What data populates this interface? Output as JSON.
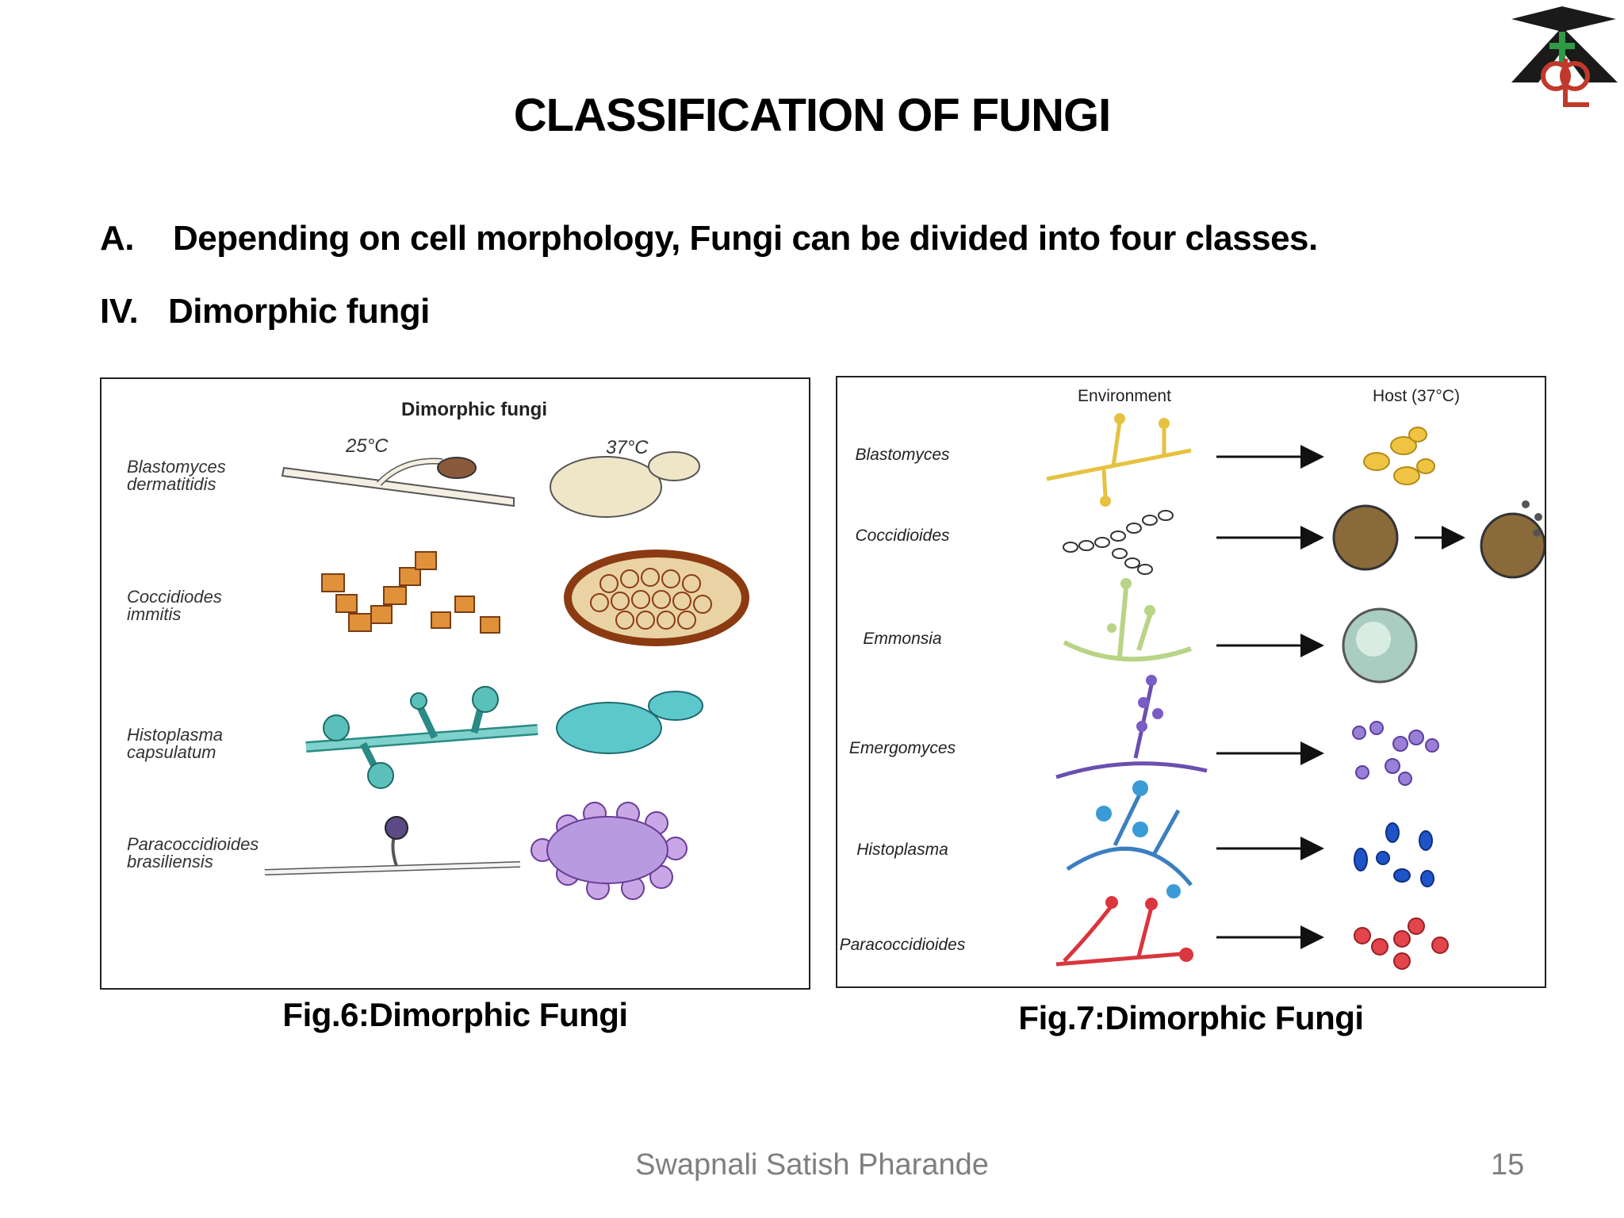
{
  "slide": {
    "title": "CLASSIFICATION OF FUNGI",
    "point_a": {
      "marker": "A.",
      "text": "Depending on cell morphology, Fungi can be divided into four classes."
    },
    "point_iv": {
      "marker": "IV.",
      "text": "Dimorphic fungi"
    }
  },
  "fig6": {
    "heading": "Dimorphic fungi",
    "col1": "25°C",
    "col2": "37°C",
    "rows": [
      {
        "line1": "Blastomyces",
        "line2": "dermatitidis"
      },
      {
        "line1": "Coccidiodes",
        "line2": "immitis"
      },
      {
        "line1": "Histoplasma",
        "line2": "capsulatum"
      },
      {
        "line1": "Paracoccidioides",
        "line2": "brasiliensis"
      }
    ],
    "caption": "Fig.6:Dimorphic Fungi"
  },
  "fig7": {
    "col1": "Environment",
    "col2": "Host (37°C)",
    "rows": [
      "Blastomyces",
      "Coccidioides",
      "Emmonsia",
      "Emergomyces",
      "Histoplasma",
      "Paracoccidioides"
    ],
    "caption": "Fig.7:Dimorphic Fungi"
  },
  "footer": {
    "author": "Swapnali Satish Pharande",
    "page": "15"
  },
  "colors": {
    "logo_green": "#2e9b45",
    "logo_red": "#c0392b",
    "logo_dark": "#1a1a1a"
  }
}
